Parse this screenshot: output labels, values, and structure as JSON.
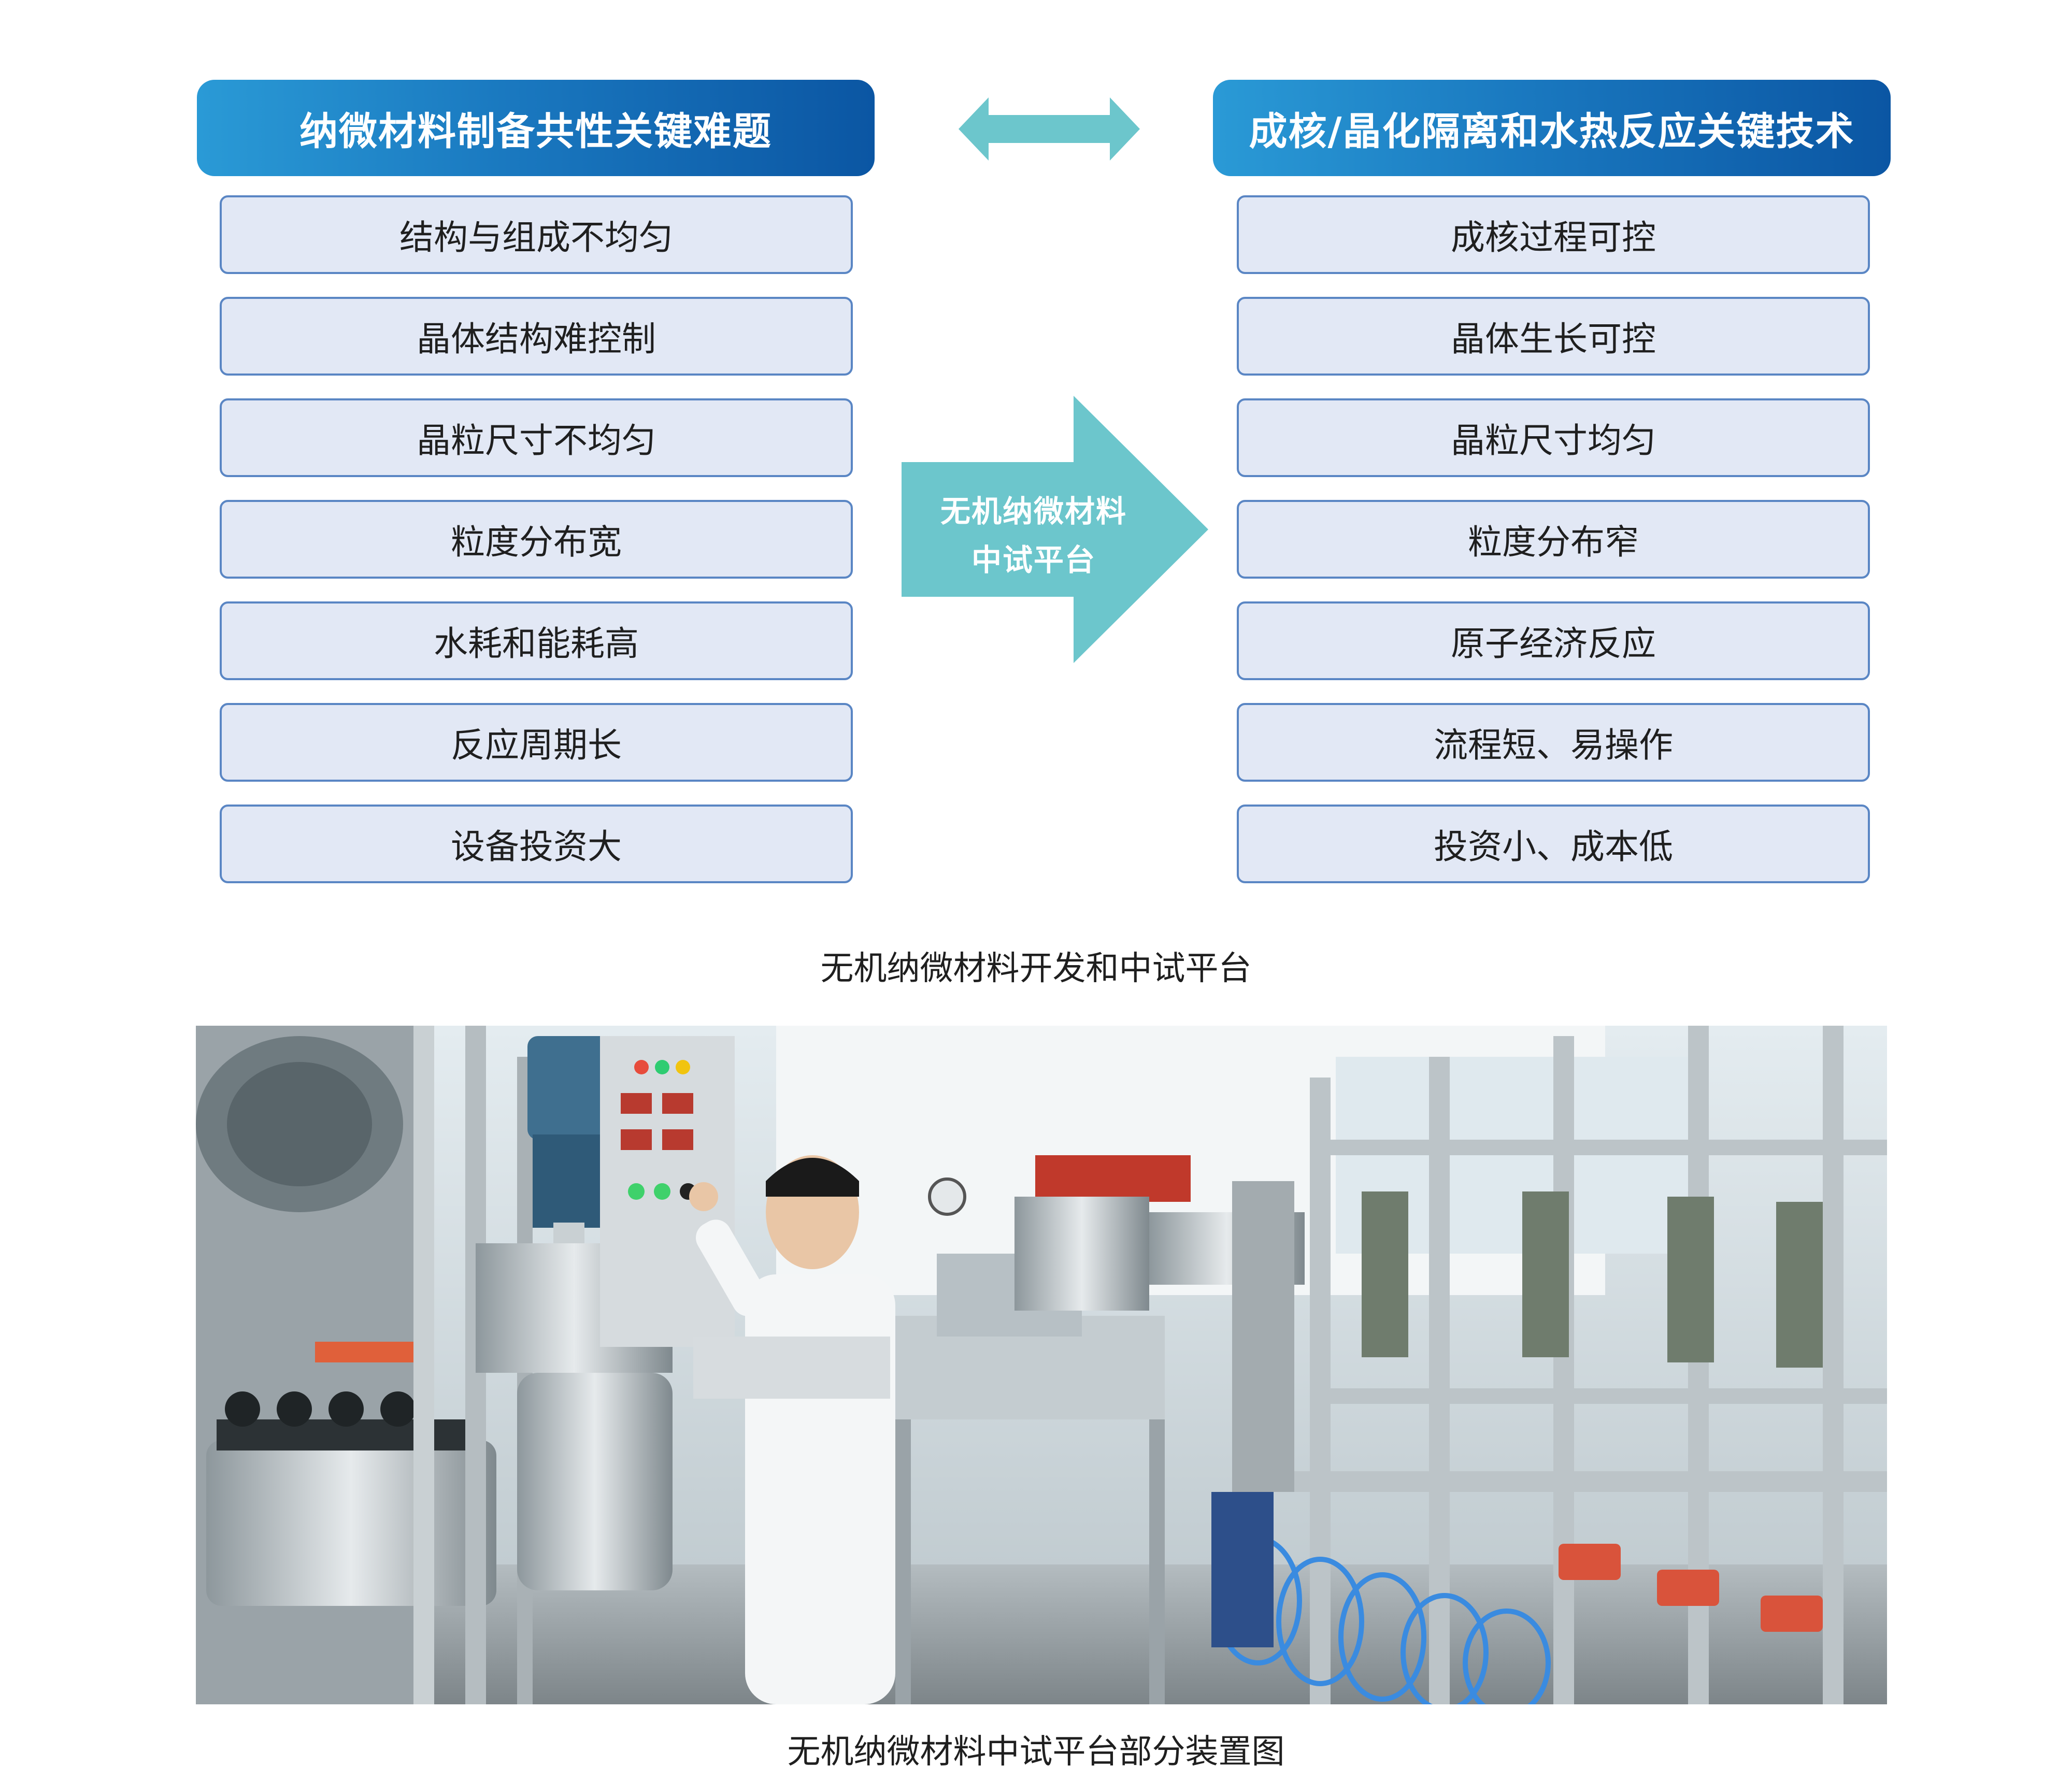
{
  "diagram": {
    "left_header": "纳微材料制备共性关键难题",
    "right_header": "成核/晶化隔离和水热反应关键技术",
    "center_label_line1": "无机纳微材料",
    "center_label_line2": "中试平台",
    "left_items": [
      "结构与组成不均匀",
      "晶体结构难控制",
      "晶粒尺寸不均匀",
      "粒度分布宽",
      "水耗和能耗高",
      "反应周期长",
      "设备投资大"
    ],
    "right_items": [
      "成核过程可控",
      "晶体生长可控",
      "晶粒尺寸均匀",
      "粒度分布窄",
      "原子经济反应",
      "流程短、易操作",
      "投资小、成本低"
    ],
    "caption": "无机纳微材料开发和中试平台"
  },
  "photo": {
    "caption": "无机纳微材料中试平台部分装置图"
  },
  "colors": {
    "header_gradient_start": "#2a9ad6",
    "header_gradient_end": "#0b56a3",
    "item_fill": "#e2e8f5",
    "item_border": "#5a86c4",
    "arrow_teal": "#6cc6cc"
  }
}
